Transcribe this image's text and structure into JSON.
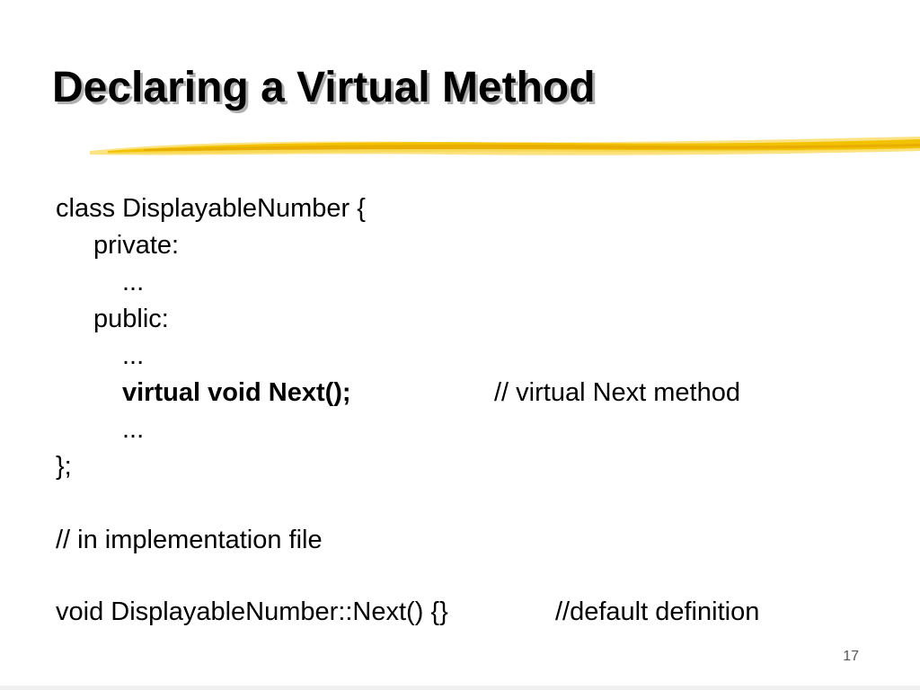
{
  "slide": {
    "title": "Declaring a Virtual Method",
    "page_number": "17",
    "accent_color": "#f5c518",
    "code": {
      "line_class": "class DisplayableNumber {",
      "line_private": "private:",
      "line_ellipsis_1": "...",
      "line_public": "public:",
      "line_ellipsis_2": "...",
      "line_virtual_decl": "virtual void Next();",
      "line_virtual_comment": "// virtual Next method",
      "line_ellipsis_3": "...",
      "line_close": "};",
      "line_impl_comment": "// in implementation file",
      "line_definition": "void DisplayableNumber::Next() {}",
      "line_definition_comment": "//default definition"
    }
  }
}
